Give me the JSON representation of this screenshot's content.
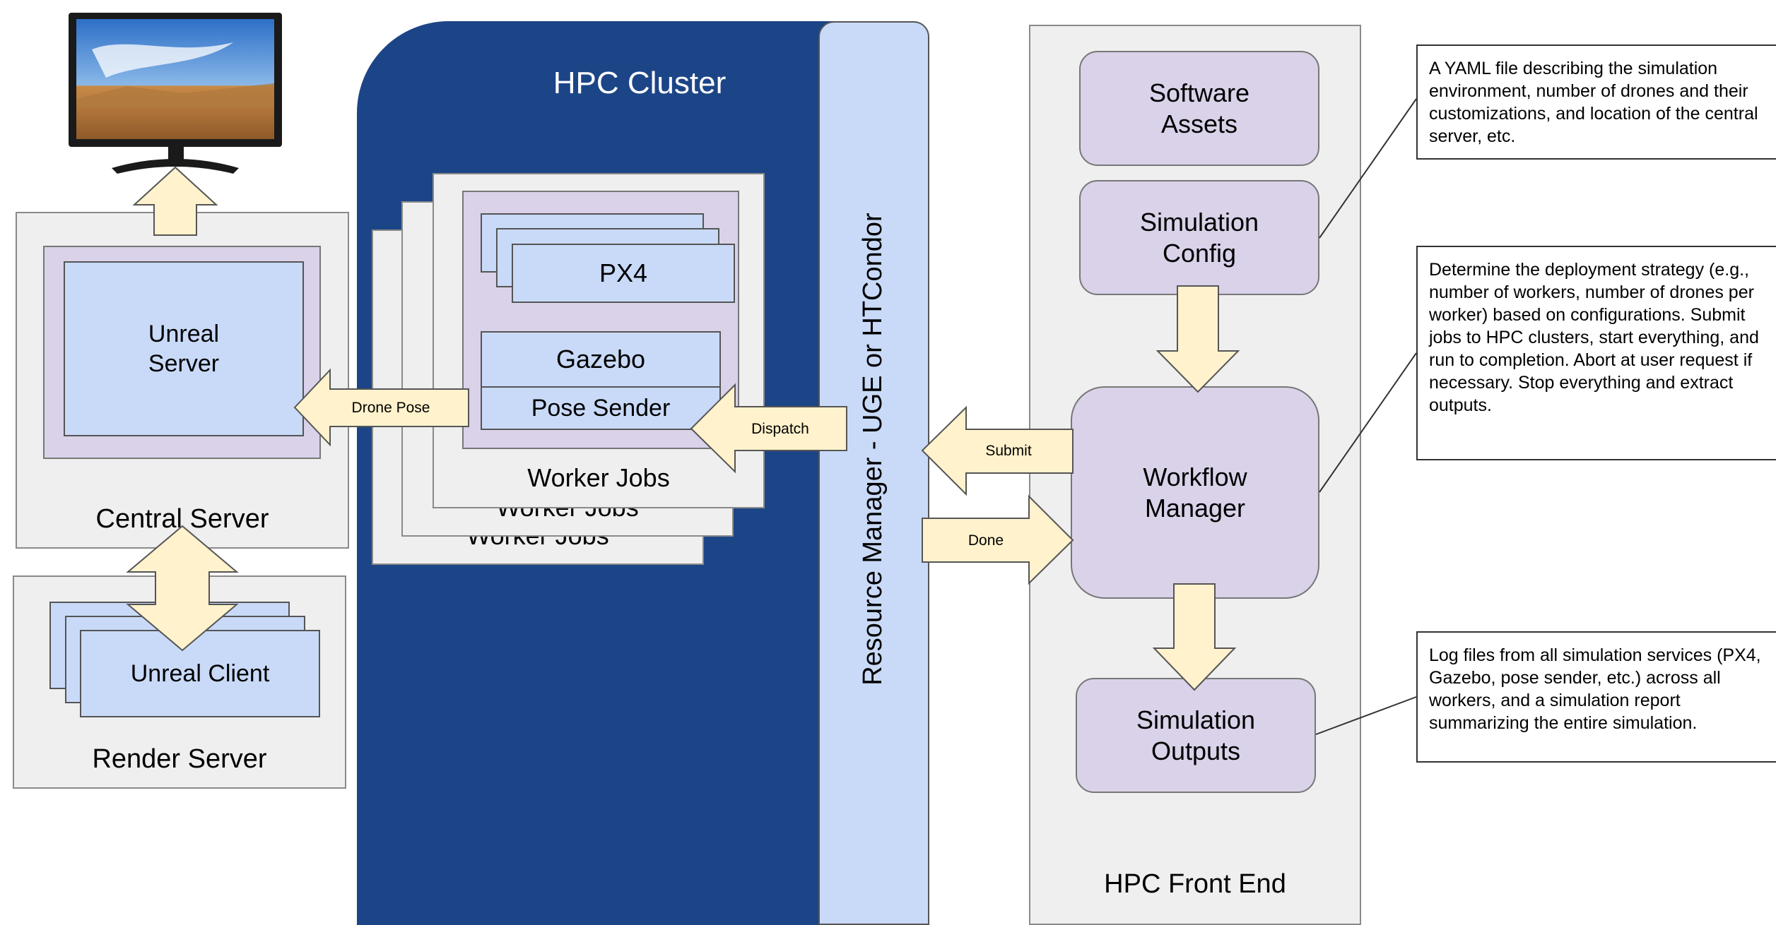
{
  "hpc_cluster": {
    "title": "HPC Cluster"
  },
  "resource_manager": {
    "label": "Resource Manager - UGE or HTCondor"
  },
  "worker_jobs": {
    "label": "Worker Jobs",
    "px4": "PX4",
    "gazebo": "Gazebo",
    "pose_sender": "Pose Sender"
  },
  "central_server": {
    "title": "Central Server",
    "unreal_server": "Unreal\nServer"
  },
  "render_server": {
    "title": "Render Server",
    "unreal_client": "Unreal Client"
  },
  "front_end": {
    "title": "HPC Front End",
    "software_assets": "Software\nAssets",
    "simulation_config": "Simulation\nConfig",
    "workflow_manager": "Workflow\nManager",
    "simulation_outputs": "Simulation\nOutputs"
  },
  "arrows": {
    "drone_pose": "Drone Pose",
    "dispatch": "Dispatch",
    "submit": "Submit",
    "done": "Done"
  },
  "notes": {
    "config": "A YAML file describing the simulation environment, number of drones and their customizations, and location of the central server, etc.",
    "workflow": "Determine the deployment strategy (e.g., number of workers, number of drones per worker) based on configurations. Submit jobs to HPC clusters, start everything, and run to completion. Abort at user request if necessary. Stop everything and extract outputs.",
    "outputs": "Log files from all simulation services (PX4, Gazebo, pose sender, etc.) across all workers, and a simulation report summarizing the entire simulation."
  },
  "colors": {
    "cluster_navy": "#1c4587",
    "resource_manager_blue": "#c9daf8",
    "lavender": "#d9d2e9",
    "light_gray": "#efefef",
    "arrow_cream": "#fff2cc"
  },
  "icons": {
    "monitor": "monitor-icon"
  }
}
